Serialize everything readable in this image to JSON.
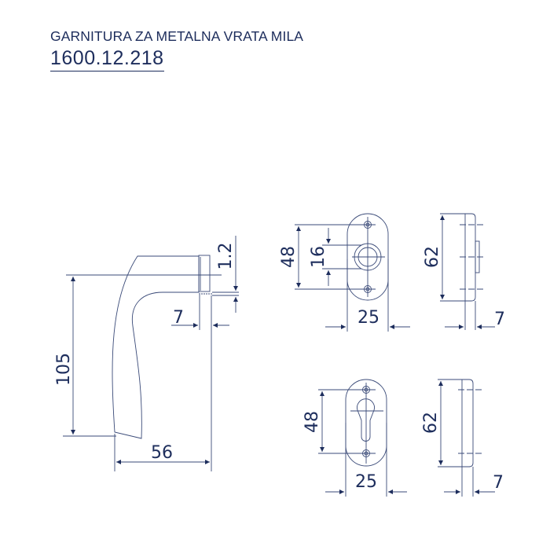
{
  "header": {
    "title": "GARNITURA ZA METALNA VRATA MILA",
    "code": "1600.12.218"
  },
  "colors": {
    "ink": "#1d2d5c",
    "line": "#3a4a78"
  },
  "handle": {
    "dims": {
      "height": "105",
      "length": "56",
      "rose_thickness": "7",
      "gap": "1.2"
    }
  },
  "rose_top": {
    "front": {
      "hole_spacing": "48",
      "spindle": "16",
      "width": "25"
    },
    "side": {
      "height": "62",
      "thickness": "7"
    }
  },
  "rose_bottom": {
    "front": {
      "hole_spacing": "48",
      "width": "25"
    },
    "side": {
      "height": "62",
      "thickness": "7"
    }
  }
}
